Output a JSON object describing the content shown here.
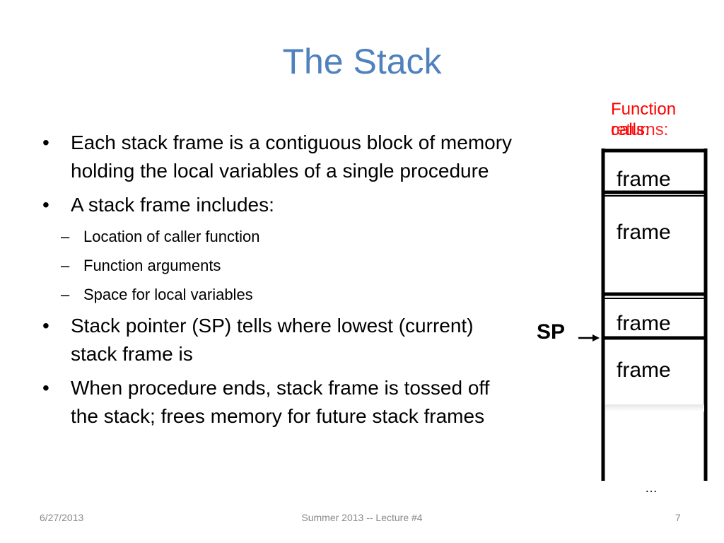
{
  "slide": {
    "title": "The Stack",
    "bullets": [
      {
        "level": 1,
        "text": "Each stack frame is a contiguous block of memory holding the local variables of a single procedure"
      },
      {
        "level": 1,
        "text": "A stack frame includes:"
      },
      {
        "level": 2,
        "text": "Location of caller function"
      },
      {
        "level": 2,
        "text": "Function arguments"
      },
      {
        "level": 2,
        "text": "Space for local variables"
      },
      {
        "level": 1,
        "text": "Stack pointer (SP) tells where lowest (current) stack frame is"
      },
      {
        "level": 1,
        "text": "When procedure ends, stack frame is tossed off the stack; frees memory for future stack frames"
      }
    ],
    "bullet_glyph": "•",
    "sub_bullet_glyph": "–"
  },
  "diagram": {
    "label_line1": "Function",
    "label_calls": "calls:",
    "label_returns": "returns:",
    "frames": [
      "frame",
      "frame",
      "frame",
      "frame"
    ],
    "sp_label": "SP",
    "ellipsis": "…",
    "label_color": "#ff0000"
  },
  "footer": {
    "date": "6/27/2013",
    "center": "Summer 2013 -- Lecture #4",
    "page": "7"
  },
  "colors": {
    "title": "#4f81bd",
    "footer_text": "#898989"
  }
}
